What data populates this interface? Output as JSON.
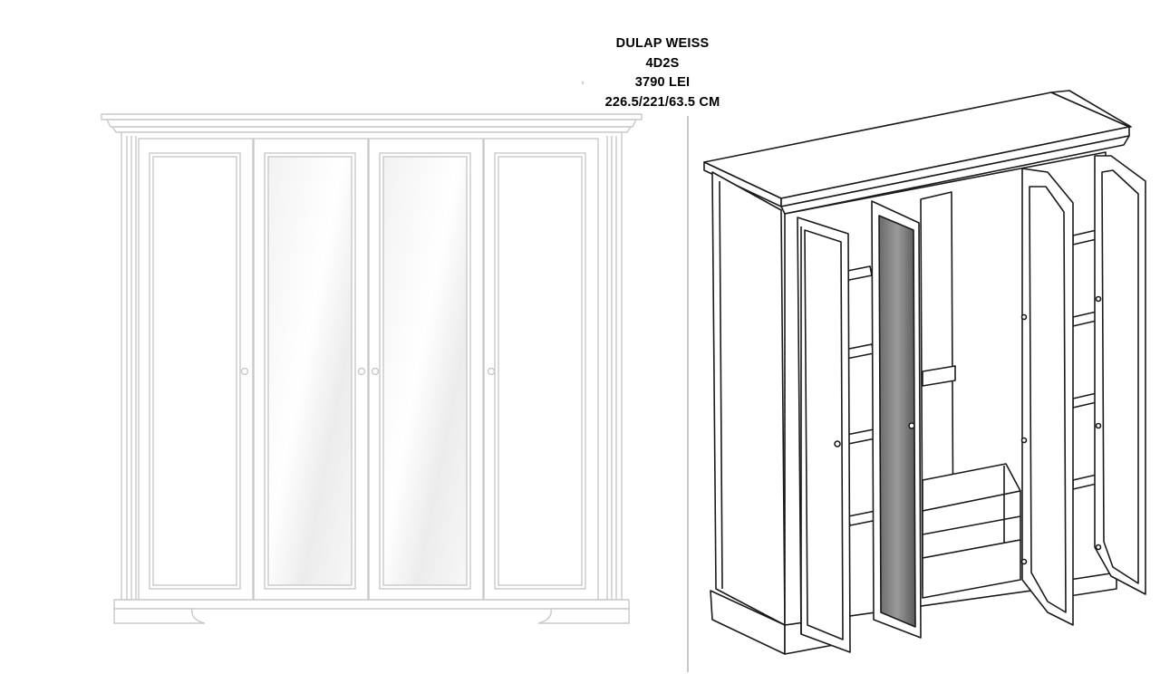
{
  "product": {
    "name": "DULAP WEISS",
    "code": "4D2S",
    "price": "3790 LEI",
    "dimensions": "226.5/221/63.5 CM"
  },
  "colors": {
    "front_line": "#c9c9c9",
    "drawing_line": "#1a1a1a",
    "divider": "#b5b5b5"
  },
  "icons": [
    "wardrobe-front-view-illustration",
    "wardrobe-perspective-open-illustration"
  ]
}
